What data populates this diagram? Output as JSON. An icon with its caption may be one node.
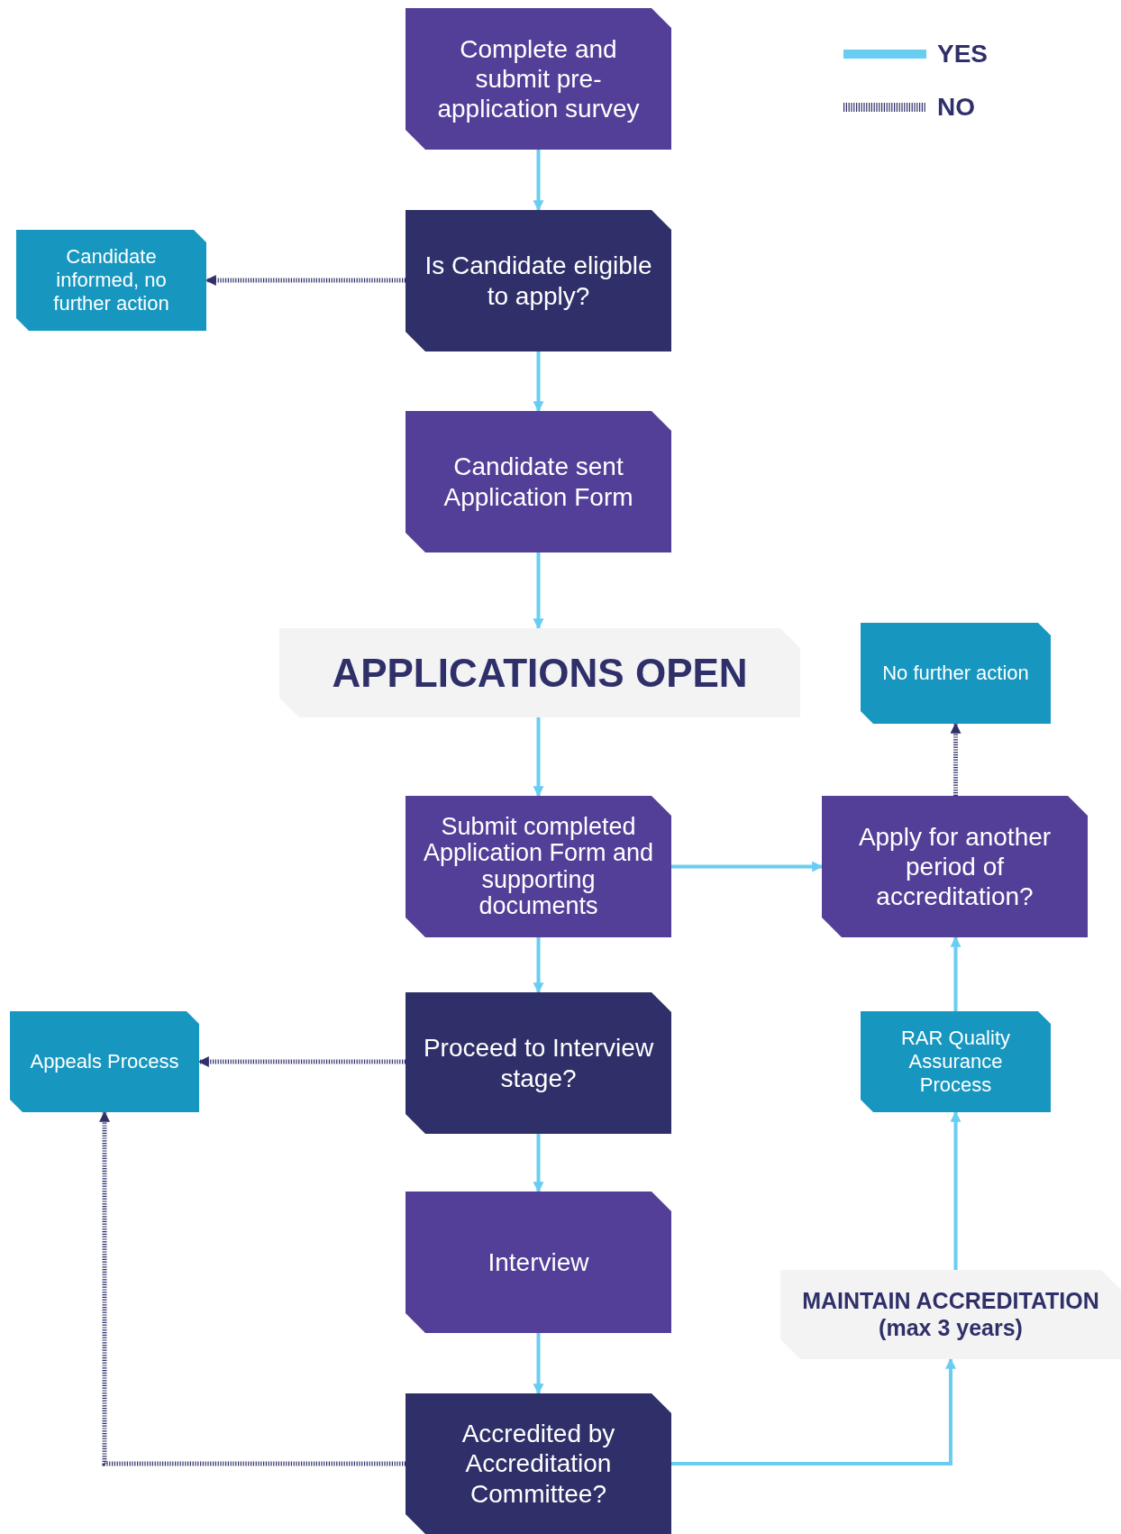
{
  "diagram": {
    "nodes": [
      {
        "text": [
          "Complete and submit pre-application survey"
        ]
      },
      {
        "text": [
          "Is Candidate eligible to apply?"
        ]
      },
      {
        "text": [
          "Candidate informed, no further action"
        ]
      },
      {
        "text": [
          "Candidate sent Application Form"
        ]
      },
      {
        "text": [
          "APPLICATIONS OPEN"
        ]
      },
      {
        "text": [
          "No further action"
        ]
      },
      {
        "text": [
          "Submit  completed Application Form and supporting documents"
        ]
      },
      {
        "text": [
          "Apply for another period of accreditation?"
        ]
      },
      {
        "text": [
          "Proceed to Interview stage?"
        ]
      },
      {
        "text": [
          "Appeals Process"
        ]
      },
      {
        "text": [
          "RAR Quality Assurance Process"
        ]
      },
      {
        "text": [
          "Interview"
        ]
      },
      {
        "text": [
          "MAINTAIN ACCREDITATION (max 3 years)"
        ]
      },
      {
        "text": [
          "Accredited by Accreditation Committee?"
        ]
      }
    ],
    "edges": [
      {
        "from": 0,
        "to": 1,
        "arrow": "to"
      },
      {
        "from": 1,
        "to": 2,
        "arrow": "to",
        "style": "dashed",
        "color": "#2f3069"
      },
      {
        "from": 1,
        "to": 3,
        "arrow": "to"
      },
      {
        "from": 3,
        "to": 4,
        "arrow": "to"
      },
      {
        "from": 4,
        "to": 6,
        "arrow": "to"
      },
      {
        "from": 6,
        "to": 7,
        "arrow": "to"
      },
      {
        "from": 7,
        "to": 5,
        "arrow": "to",
        "style": "dashed",
        "color": "#2f3069"
      },
      {
        "from": 6,
        "to": 8,
        "arrow": "to"
      },
      {
        "from": 8,
        "to": 9,
        "arrow": "to",
        "style": "dashed",
        "color": "#2f3069"
      },
      {
        "from": 8,
        "to": 11,
        "arrow": "to"
      },
      {
        "from": 11,
        "to": 13,
        "arrow": "to"
      },
      {
        "from": 13,
        "to": 9,
        "arrow": "to",
        "style": "dashed",
        "color": "#2f3069"
      },
      {
        "from": 13,
        "to": 12,
        "arrow": "to"
      },
      {
        "from": 12,
        "to": 10,
        "arrow": "to"
      },
      {
        "from": 10,
        "to": 7,
        "arrow": "to"
      }
    ],
    "legend": [
      {
        "text": "YES"
      },
      {
        "text": "NO"
      }
    ]
  }
}
